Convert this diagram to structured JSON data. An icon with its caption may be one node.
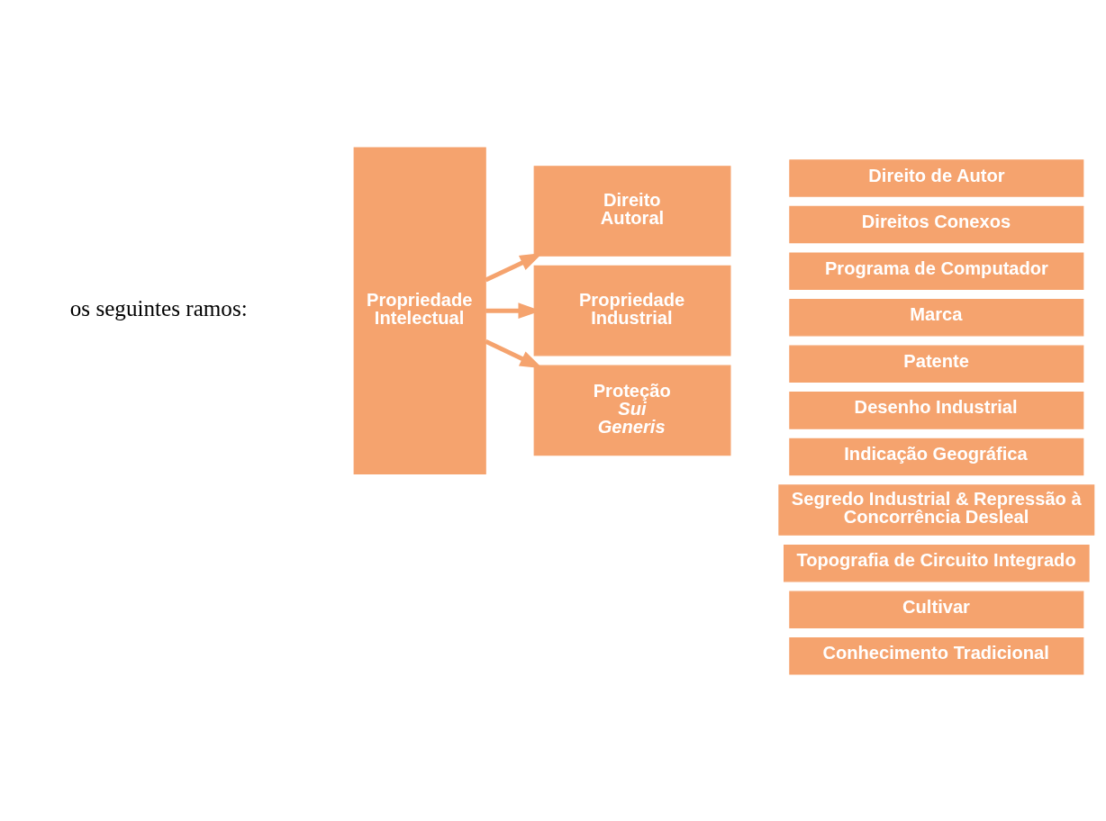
{
  "diagram": {
    "nodes": [
      {
        "text": [
          "Propriedade Intelectual"
        ]
      },
      {
        "text": [
          "Direito Autoral"
        ]
      },
      {
        "text": [
          "Propriedade Industrial"
        ]
      },
      {
        "text": [
          "Proteção *Sui Generis*"
        ]
      },
      {
        "text": [
          "Direito de Autor"
        ]
      },
      {
        "text": [
          "Direitos Conexos"
        ]
      },
      {
        "text": [
          "Programa de Computador"
        ]
      },
      {
        "text": [
          "Marca"
        ]
      },
      {
        "text": [
          "Patente"
        ]
      },
      {
        "text": [
          "Desenho Industrial"
        ]
      },
      {
        "text": [
          "Indicação Geográfica"
        ]
      },
      {
        "text": [
          "Segredo Industrial & Repressão à Concorrência Desleal"
        ]
      },
      {
        "text": [
          "Topografia de Circuito Integrado"
        ]
      },
      {
        "text": [
          "Cultivar"
        ]
      },
      {
        "text": [
          "Conhecimento Tradicional"
        ]
      }
    ],
    "edges": [
      {
        "from": 0,
        "to": 1,
        "arrow": "to"
      },
      {
        "from": 0,
        "to": 2,
        "arrow": "to"
      },
      {
        "from": 0,
        "to": 3,
        "arrow": "to"
      }
    ],
    "labels": [
      "os seguintes ramos:"
    ]
  }
}
